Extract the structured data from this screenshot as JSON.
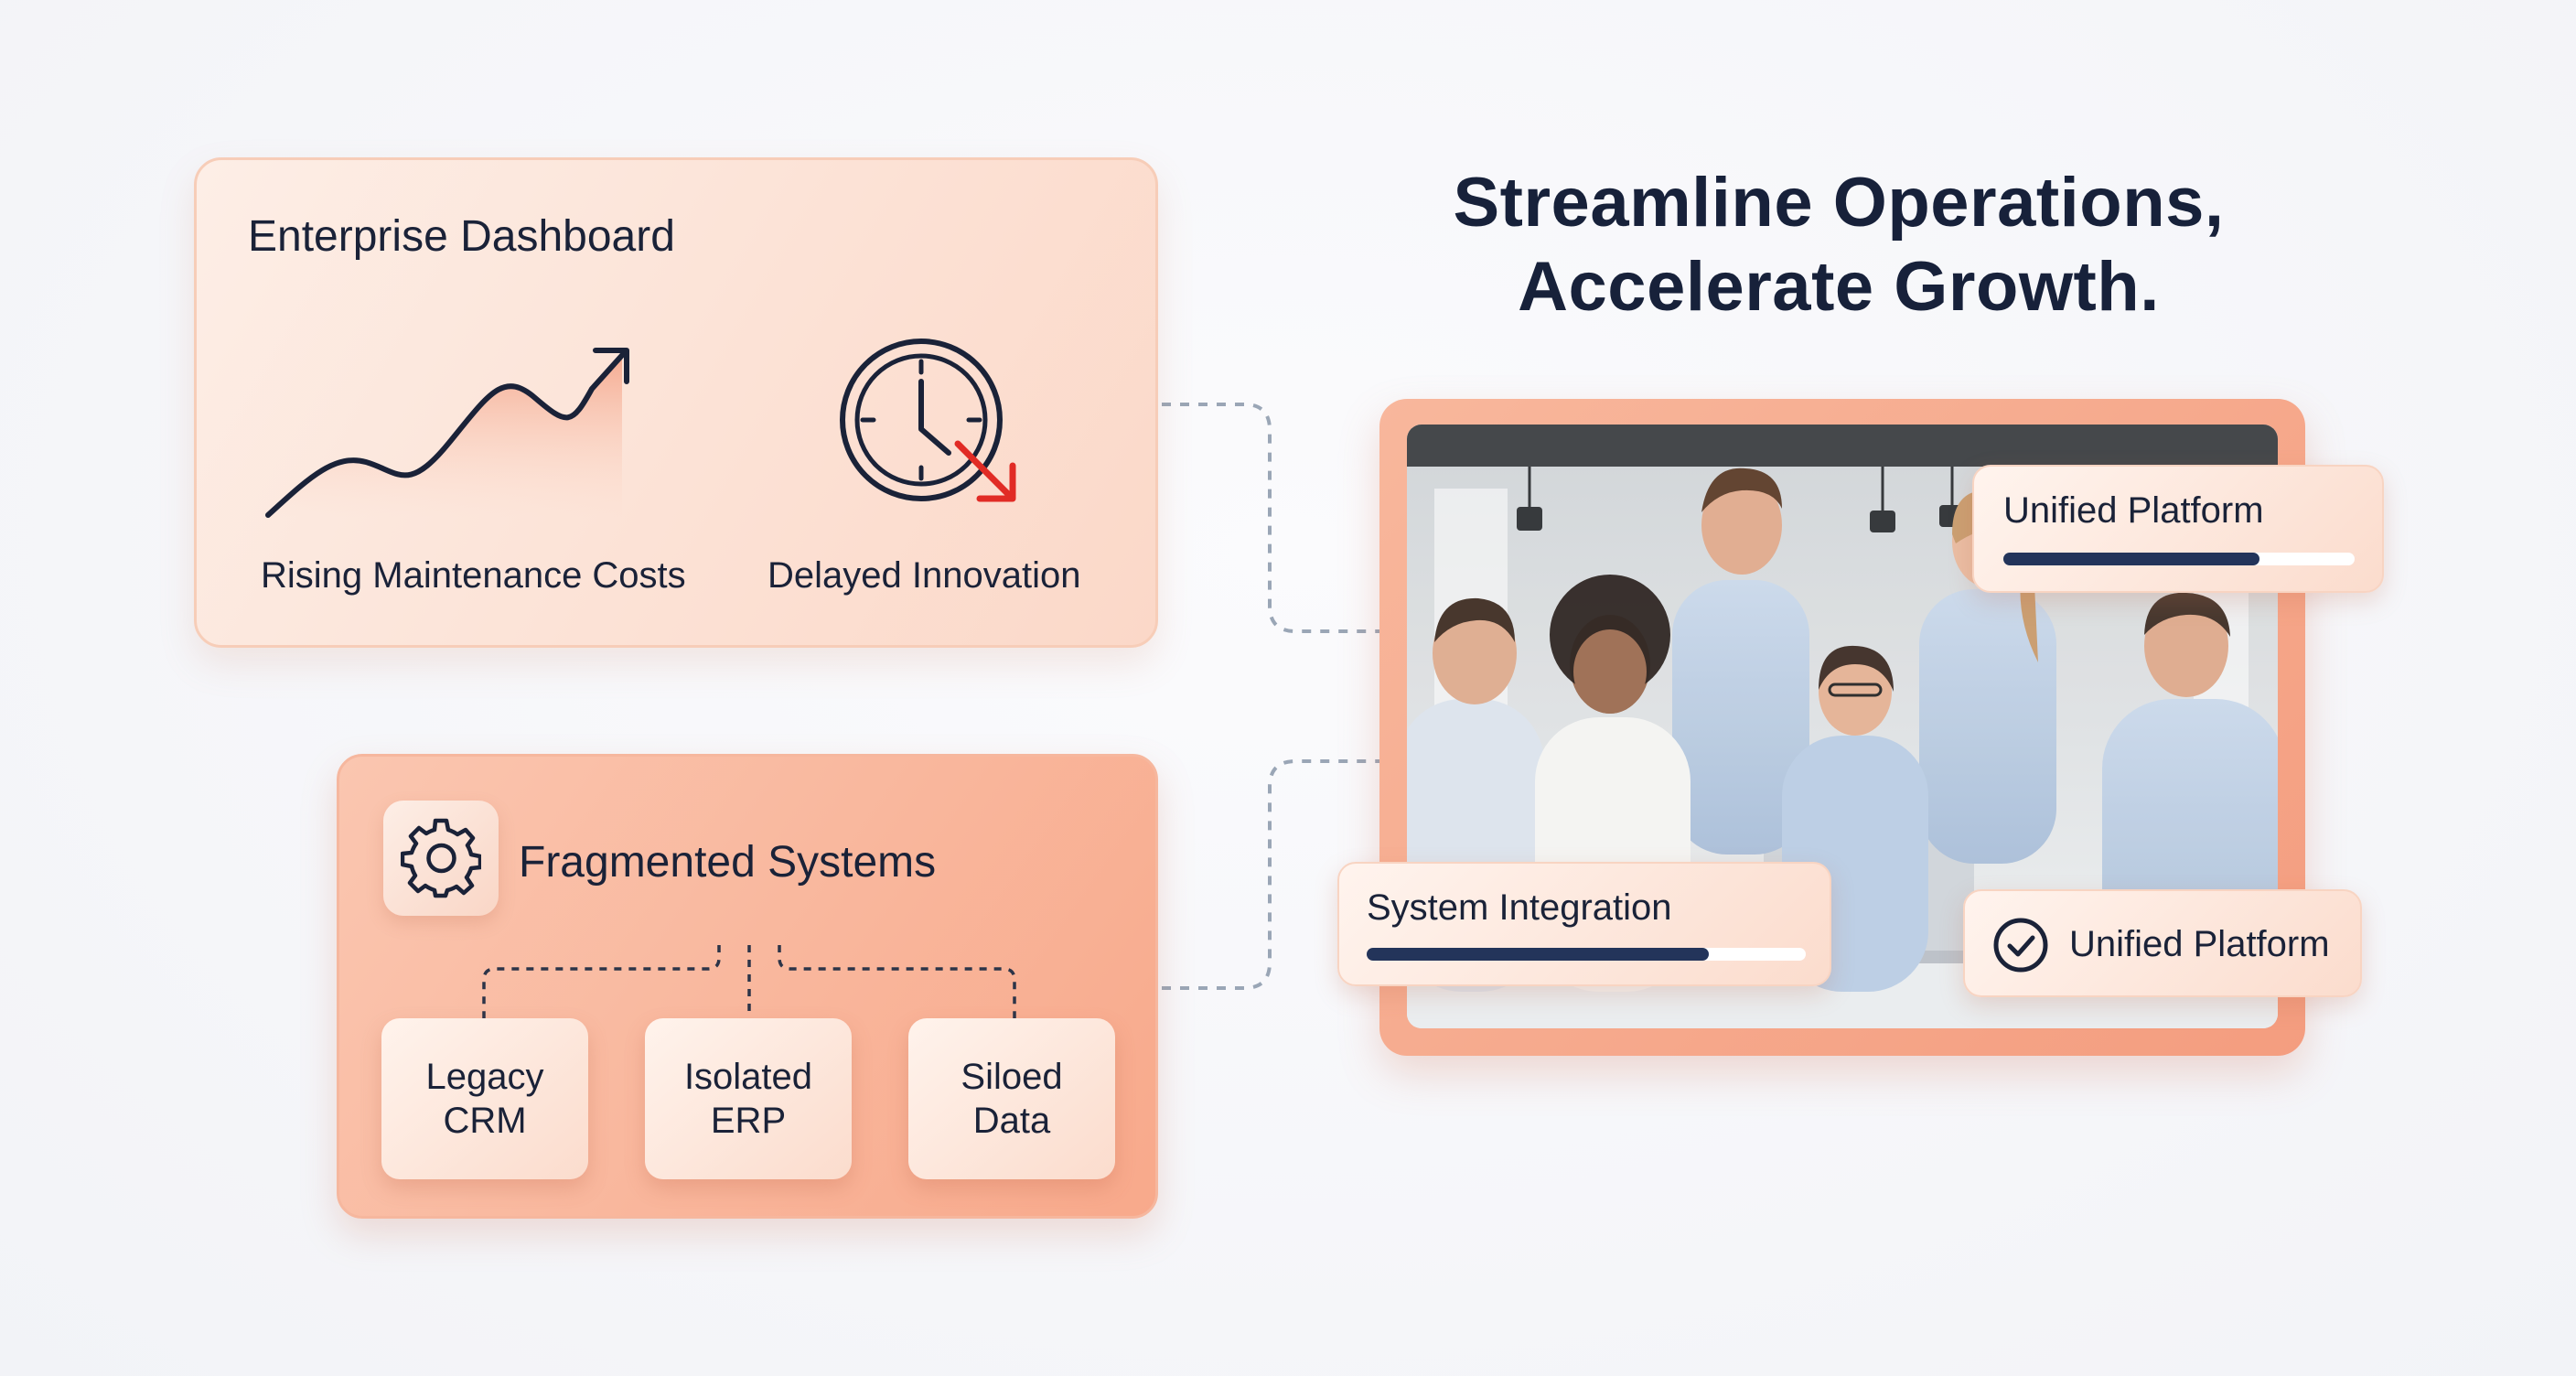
{
  "headline": {
    "line1": "Streamline Operations,",
    "line2": "Accelerate Growth."
  },
  "dashboard_card": {
    "title": "Enterprise Dashboard",
    "chart_caption": "Rising Maintenance Costs",
    "clock_caption": "Delayed Innovation",
    "chart_icon": "rising-trend-line-icon",
    "clock_icon": "clock-with-down-arrow-icon"
  },
  "fragmented_card": {
    "title": "Fragmented Systems",
    "icon": "gear-icon",
    "systems": [
      {
        "line1": "Legacy",
        "line2": "CRM"
      },
      {
        "line1": "Isolated",
        "line2": "ERP"
      },
      {
        "line1": "Siloed",
        "line2": "Data"
      }
    ]
  },
  "chips": {
    "top": {
      "label": "Unified Platform",
      "progress": 0.73
    },
    "integration": {
      "label": "System Integration",
      "progress": 0.78
    },
    "bottom": {
      "label": "Unified Platform",
      "icon": "check-circle-icon"
    }
  },
  "colors": {
    "navy": "#1a2238",
    "accent_red": "#e12b25",
    "peach": "#f8a98b",
    "progress": "#23345a"
  }
}
